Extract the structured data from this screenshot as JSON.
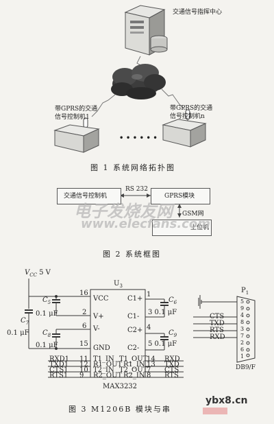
{
  "fig1": {
    "center_label": "交通信号指挥中心",
    "controller1_label_1": "带GPRS的交通",
    "controller1_label_2": "信号控制机1",
    "controllern_label_1": "带GPRS的交通",
    "controllern_label_2": "信号控制机n",
    "ellipsis": "• • • • • •",
    "caption": "图 1    系统网络拓扑图"
  },
  "fig2": {
    "controller_box": "交通信号控制机",
    "rs232": "RS 232",
    "gprs_box": "GPRS模块",
    "gsm": "GSM网",
    "host_box": "上位机",
    "caption": "图 2    系统框图"
  },
  "fig3": {
    "vcc": "V",
    "vcc_sub": "CC",
    "vcc_val": "5 V",
    "u3": "U",
    "u3_sub": "3",
    "p1": "P",
    "p1_sub": "1",
    "c5": "C",
    "c5_sub": "5",
    "c6": "C",
    "c6_sub": "6",
    "c7": "C",
    "c7_sub": "7",
    "c8": "C",
    "c8_sub": "8",
    "c9": "C",
    "c9_sub": "9",
    "cap_val": "0.1 μF",
    "cap_val_c6": "3  0.1 μF",
    "cap_val_c9": "5  0.1 μF",
    "left_pins": [
      {
        "num": "16",
        "name": "VCC"
      },
      {
        "num": "2",
        "name": "V+"
      },
      {
        "num": "6",
        "name": "V-"
      },
      {
        "num": "15",
        "name": "GND"
      }
    ],
    "right_pins": [
      {
        "num": "1",
        "name": "C1+"
      },
      {
        "num": "",
        "name": "C1-"
      },
      {
        "num": "4",
        "name": "C2+"
      },
      {
        "num": "",
        "name": "C2-"
      }
    ],
    "bottom_left": [
      {
        "sig": "RXD1",
        "num": "11",
        "pin": "T1_IN"
      },
      {
        "sig": "TXD1",
        "num": "12",
        "pin": "R1_OUT"
      },
      {
        "sig": "CTS1",
        "num": "10",
        "pin": "T2_IN"
      },
      {
        "sig": "RTS1",
        "num": "9",
        "pin": "R2_OUT"
      }
    ],
    "bottom_right": [
      {
        "pin": "T1_OUT",
        "num": "14",
        "sig": "RXD"
      },
      {
        "pin": "R1_IN",
        "num": "13",
        "sig": "TXD"
      },
      {
        "pin": "T2_OUT",
        "num": "7",
        "sig": "CTS"
      },
      {
        "pin": "R2_IN",
        "num": "8",
        "sig": "RTS"
      }
    ],
    "db9_signals": [
      "CTS",
      "TXD",
      "RTS",
      "RXD"
    ],
    "db9_pins": [
      "5",
      "9",
      "4",
      "8",
      "3",
      "7",
      "2",
      "6",
      "1"
    ],
    "chip_name": "MAX3232",
    "connector": "DB9/F",
    "caption": "图 3    M1206B 模块与串"
  },
  "watermarks": {
    "center": "电子发烧友网",
    "url": "www.elecfans.com",
    "bottom": "ybx8.cn"
  }
}
